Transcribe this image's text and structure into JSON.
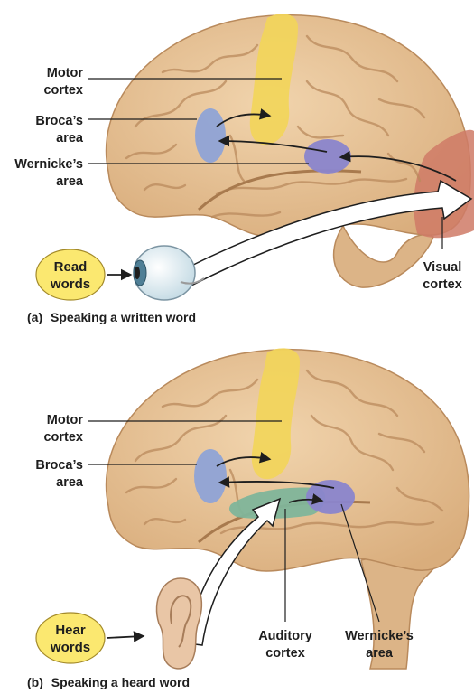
{
  "panel_a": {
    "labels": {
      "motor_l1": "Motor",
      "motor_l2": "cortex",
      "broca_l1": "Broca’s",
      "broca_l2": "area",
      "wernicke_l1": "Wernicke’s",
      "wernicke_l2": "area",
      "visual_l1": "Visual",
      "visual_l2": "cortex"
    },
    "bubble_l1": "Read",
    "bubble_l2": "words",
    "caption_letter": "(a)",
    "caption_text": "Speaking a written word"
  },
  "panel_b": {
    "labels": {
      "motor_l1": "Motor",
      "motor_l2": "cortex",
      "broca_l1": "Broca’s",
      "broca_l2": "area",
      "auditory_l1": "Auditory",
      "auditory_l2": "cortex",
      "wernicke_l1": "Wernicke’s",
      "wernicke_l2": "area"
    },
    "bubble_l1": "Hear",
    "bubble_l2": "words",
    "caption_letter": "(b)",
    "caption_text": "Speaking a heard word"
  },
  "colors": {
    "brain": "#e9c69b",
    "motor_cortex": "#f2d55a",
    "brocas_area": "#8fa3d6",
    "wernickes_area": "#8a85cc",
    "visual_cortex": "#cf7a66",
    "auditory_cortex": "#7fb59a",
    "bubble": "#fbe870"
  }
}
